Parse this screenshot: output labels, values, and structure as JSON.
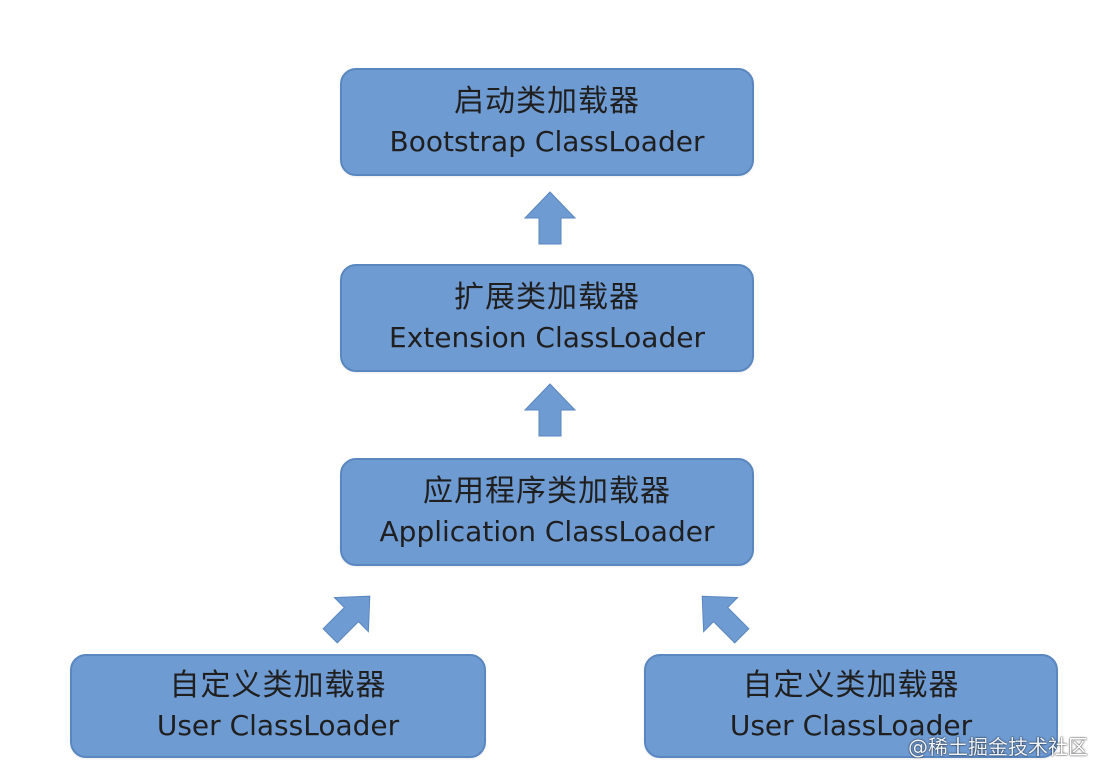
{
  "diagram": {
    "nodes": {
      "bootstrap": {
        "zh": "启动类加载器",
        "en": "Bootstrap  ClassLoader"
      },
      "extension": {
        "zh": "扩展类加载器",
        "en": "Extension  ClassLoader"
      },
      "application": {
        "zh": "应用程序类加载器",
        "en": "Application ClassLoader"
      },
      "user_left": {
        "zh": "自定义类加载器",
        "en": "User  ClassLoader"
      },
      "user_right": {
        "zh": "自定义类加载器",
        "en": "User  ClassLoader"
      }
    },
    "edges": [
      {
        "from": "extension",
        "to": "bootstrap"
      },
      {
        "from": "application",
        "to": "extension"
      },
      {
        "from": "user_left",
        "to": "application"
      },
      {
        "from": "user_right",
        "to": "application"
      }
    ],
    "colors": {
      "box_fill": "#6f9bd3",
      "box_border": "#5a87c0",
      "arrow_fill": "#6f9bd3",
      "text": "#1f1f1f"
    }
  },
  "watermark": "@稀土掘金技术社区"
}
